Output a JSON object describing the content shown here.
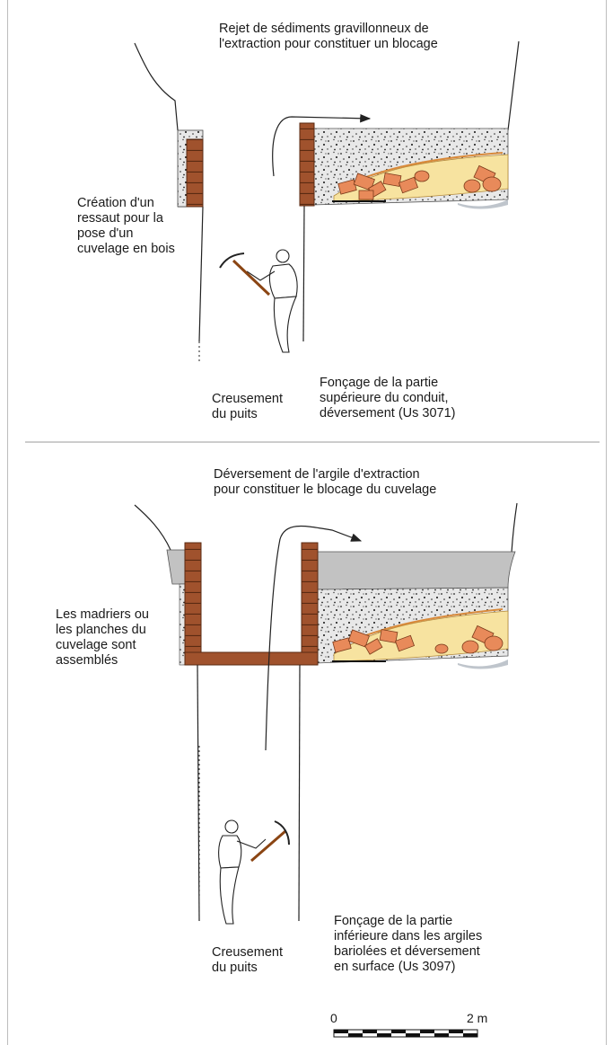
{
  "top_panel": {
    "label_top": "Rejet de sédiments gravillonneux de\nl'extraction pour constituer un blocage",
    "label_left": "Création d'un\nressaut pour la\npose d'un\ncuvelage en bois",
    "label_dig": "Creusement\ndu puits",
    "label_right": "Fonçage de la partie\nsupérieure du conduit,\ndéversement (Us 3071)"
  },
  "bottom_panel": {
    "label_top": "Déversement de l'argile d'extraction\npour constituer le blocage du cuvelage",
    "label_left": "Les madriers ou\nles planches du\ncuvelage sont\nassemblés",
    "label_dig": "Creusement\ndu puits",
    "label_right": "Fonçage de la partie\ninférieure dans les argiles\nbariolées et déversement\nen surface (Us 3097)"
  },
  "scale_bar": {
    "start": "0",
    "end": "2 m"
  },
  "colors": {
    "wood": "#a0522d",
    "gravel": "#e6e6e6",
    "clay": "#c2c2c2",
    "yellow": "#f7e3a0",
    "orange": "#e88a5a",
    "ochre": "#e9b067"
  }
}
